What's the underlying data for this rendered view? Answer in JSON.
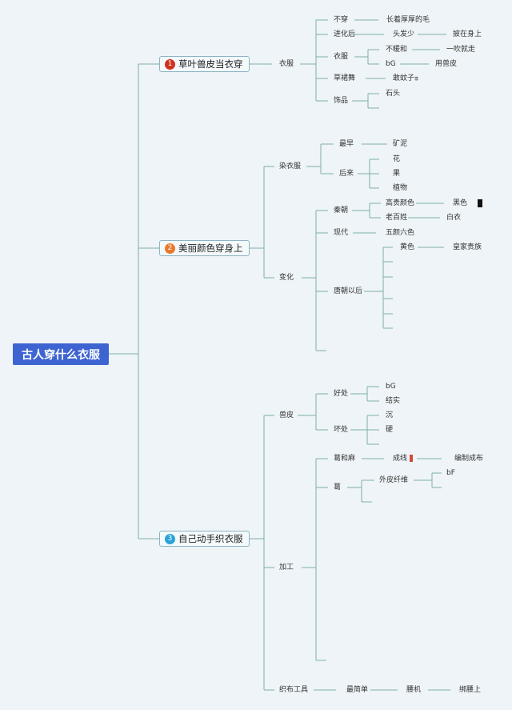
{
  "root": {
    "label": "古人穿什么衣服"
  },
  "branches": [
    {
      "num": "1",
      "label": "草叶兽皮当衣穿",
      "color": "#d0301f"
    },
    {
      "num": "2",
      "label": "美丽颜色穿身上",
      "color": "#e8792c"
    },
    {
      "num": "3",
      "label": "自己动手织衣服",
      "color": "#2aa3d8"
    }
  ],
  "b1": {
    "yifu": "衣服",
    "buchuan": "不穿",
    "changzhe": "长着厚厚的毛",
    "jinhuahou": "进化后",
    "toufa": "头发少",
    "pizai": "披在身上",
    "yifu2": "衣服",
    "bunuan": "不暖和",
    "yichui": "一吹就走",
    "bg": "bG",
    "yongshoupi": "用兽皮",
    "caoqunwu": "草裙舞",
    "ganwenzi": "敢蚊子",
    "shipin": "饰品",
    "shitou": "石头"
  },
  "b2": {
    "ranyifu": "染衣服",
    "zuizao": "最早",
    "kuangni": "矿泥",
    "houlai": "后来",
    "hua": "花",
    "guo": "果",
    "zhiwu": "植物",
    "bianhua": "变化",
    "qinchao": "秦朝",
    "gaogui": "高贵颜色",
    "heise": "黑色",
    "laobaixing": "老百姓",
    "baiyi": "白衣",
    "xiandai": "现代",
    "wuyan": "五颜六色",
    "tangchao": "唐朝以后",
    "huangse": "黄色",
    "huangjia": "皇家贵族"
  },
  "b3": {
    "shoupi": "兽皮",
    "haochu": "好处",
    "bg": "bG",
    "jieshi": "结实",
    "huaichu": "坏处",
    "chen": "沉",
    "ying": "硬",
    "jiagong": "加工",
    "gehema": "葛和麻",
    "chengxian": "成线",
    "bianzhi": "编制成布",
    "ge": "葛",
    "waipi": "外皮纤维",
    "bf": "bF",
    "zhibu": "织布工具",
    "zuijiandan": "最简单",
    "yaoji": "腰机",
    "bangyao": "绑腰上"
  },
  "colors": {
    "line": "#7fb0a8",
    "root": "#3d64d0"
  }
}
